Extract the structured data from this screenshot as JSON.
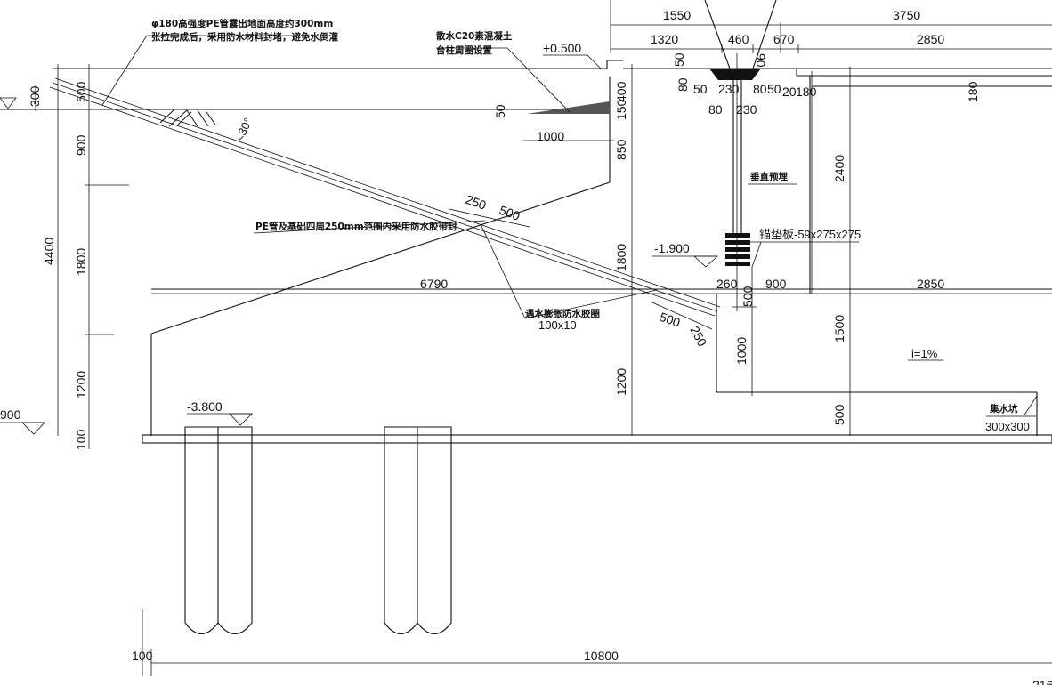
{
  "notes": {
    "pe_pipe": "φ180高强度PE管露出地面高度约300mm",
    "pe_pipe_line2": "张拉完成后，采用防水材料封堵，避免水倒灌",
    "c20_concrete": "散水C20素混凝土",
    "c20_concrete_line2": "台柱周圈设置",
    "pe_seal": "PE管及基础四周250mm范围内采用防水胶带封",
    "water_ring": "遇水膨胀防水胶圈",
    "water_ring_size": "100x10",
    "vertical_embed": "垂直预埋",
    "anchor_plate": "锚垫板-59x275x275",
    "sump": "集水坑",
    "sump_size": "300x300",
    "slope": "i=1%",
    "angle": "<30°"
  },
  "levels": {
    "plus_0500": "+0.500",
    "minus_1900": "-1.900",
    "minus_3800": "-3.800",
    "left_900": "900"
  },
  "dims": {
    "d1550": "1550",
    "d3750": "3750",
    "d1320": "1320",
    "d460": "460",
    "d670": "670",
    "d2850": "2850",
    "d50": "50",
    "d90": "90",
    "d80": "80",
    "d230": "230",
    "d20": "20",
    "d180": "180",
    "d300": "300",
    "d500": "500",
    "d900": "900",
    "d4400": "4400",
    "d1800": "1800",
    "d1200": "1200",
    "d100": "100",
    "d400": "400",
    "d150": "150",
    "d850": "850",
    "d1000": "1000",
    "d2400": "2400",
    "d250": "250",
    "d6790": "6790",
    "d260": "260",
    "d1500": "1500",
    "d10800": "10800",
    "d216": "216"
  },
  "colors": {
    "line": "#111111",
    "background": "#ffffff"
  }
}
